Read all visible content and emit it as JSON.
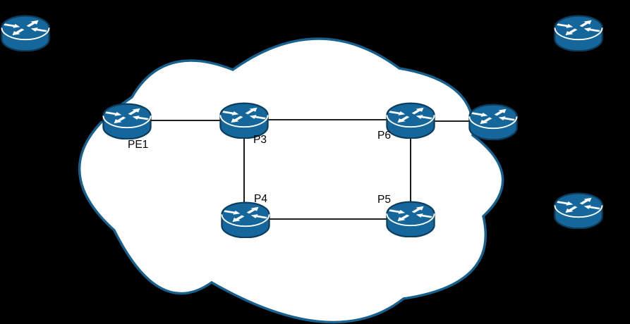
{
  "diagram_type": "network-topology",
  "colors": {
    "background": "#000000",
    "cloud_fill": "#ffffff",
    "cloud_border": "#17618f",
    "router_body": "#15679b",
    "router_outline": "#0b3d5f",
    "router_arrows": "#ffffff",
    "link": "#000000",
    "label": "#000000"
  },
  "cloud": {
    "name": "provider-core-cloud"
  },
  "nodes": [
    {
      "id": "router-outside-top-left",
      "label": ""
    },
    {
      "id": "pe1",
      "label": "PE1"
    },
    {
      "id": "p3",
      "label": "P3"
    },
    {
      "id": "p4",
      "label": "P4"
    },
    {
      "id": "p5",
      "label": "P5"
    },
    {
      "id": "p6",
      "label": "P6"
    },
    {
      "id": "router-cloud-edge-right",
      "label": ""
    },
    {
      "id": "router-outside-top-right",
      "label": ""
    },
    {
      "id": "router-outside-right",
      "label": ""
    }
  ],
  "links": [
    {
      "from": "router-outside-top-left",
      "to": "pe1"
    },
    {
      "from": "pe1",
      "to": "p3"
    },
    {
      "from": "p3",
      "to": "p6"
    },
    {
      "from": "p6",
      "to": "router-cloud-edge-right"
    },
    {
      "from": "p3",
      "to": "p4"
    },
    {
      "from": "p6",
      "to": "p5"
    },
    {
      "from": "p4",
      "to": "p5"
    }
  ]
}
